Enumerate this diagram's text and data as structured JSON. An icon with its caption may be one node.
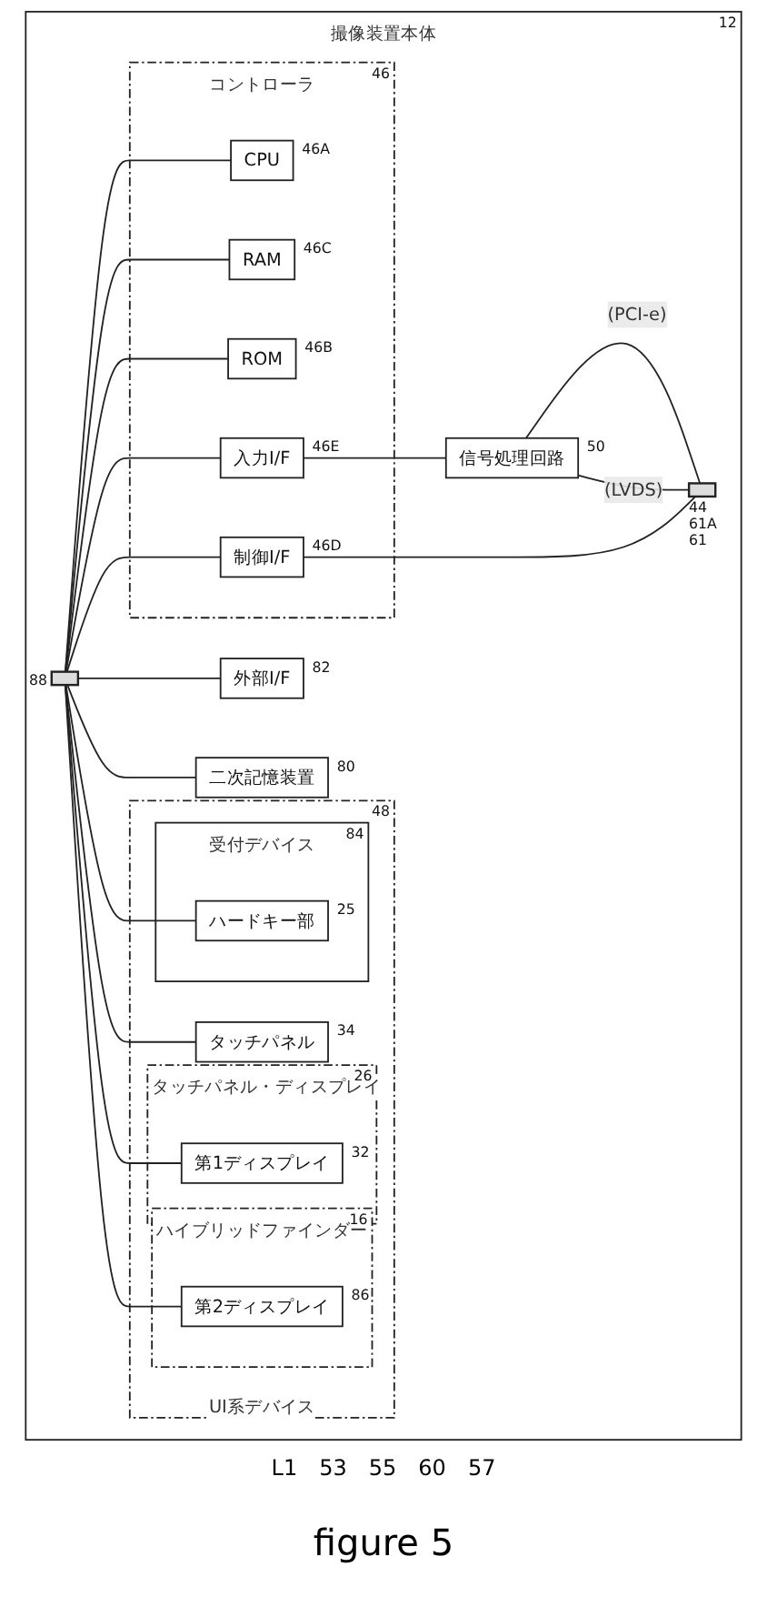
{
  "diagram": {
    "caption": "figure 5",
    "nodes": [
      {
        "text": [
          "撮像装置本体"
        ],
        "beside": [
          "12"
        ]
      },
      {
        "text": [
          "UI系デバイス"
        ],
        "in": 0,
        "beside": [
          "48"
        ]
      },
      {
        "text": [
          "ハイブリッドファインダー"
        ],
        "in": 1,
        "beside": [
          "16"
        ]
      },
      {
        "text": [
          "第2ディスプレイ"
        ],
        "in": 2,
        "beside": [
          "86"
        ]
      },
      {
        "text": [
          "タッチパネル・ディスプレイ"
        ],
        "in": 1,
        "beside": [
          "26"
        ]
      },
      {
        "text": [
          "第1ディスプレイ"
        ],
        "in": 4,
        "beside": [
          "32"
        ]
      },
      {
        "text": [
          "受付デバイス"
        ],
        "in": 1,
        "beside": [
          "84"
        ]
      },
      {
        "text": [
          "ハードキー部"
        ],
        "in": 6,
        "beside": [
          "25"
        ]
      },
      {
        "text": [
          "タッチパネル"
        ],
        "in": 1,
        "beside": [
          "34"
        ]
      },
      {
        "text": [
          "コントローラ"
        ],
        "in": 0,
        "beside": [
          "46"
        ]
      },
      {
        "text": [
          "CPU"
        ],
        "in": 9,
        "beside": [
          "46A"
        ]
      },
      {
        "text": [
          "ROM"
        ],
        "in": 9,
        "beside": [
          "46B"
        ]
      },
      {
        "text": [
          "RAM"
        ],
        "in": 9,
        "beside": [
          "46C"
        ]
      },
      {
        "text": [
          "制御I/F"
        ],
        "in": 9,
        "beside": [
          "46D"
        ]
      },
      {
        "text": [
          "入力I/F"
        ],
        "in": 9,
        "beside": [
          "46E"
        ]
      },
      {
        "text": [
          "外部I/F"
        ],
        "in": 0,
        "beside": [
          "82"
        ]
      },
      {
        "text": [
          "二次記憶装置"
        ],
        "in": 0,
        "beside": [
          "80"
        ]
      },
      {
        "text": [],
        "shape": "bar",
        "in": 0,
        "beside": [
          "88"
        ]
      },
      {
        "text": [
          "信号処理回路"
        ],
        "in": 0,
        "beside": [
          "50"
        ]
      },
      {
        "text": [],
        "shape": "bar",
        "in": 0,
        "beside": [
          "44",
          "61A",
          "61"
        ]
      }
    ],
    "edges": [
      {
        "from": 17,
        "to": 15,
        "arrow": "none"
      },
      {
        "from": 17,
        "to": 16,
        "arrow": "none"
      },
      {
        "from": 17,
        "to": 7,
        "arrow": "none"
      },
      {
        "from": 17,
        "to": 8,
        "arrow": "none"
      },
      {
        "from": 17,
        "to": 12,
        "arrow": "none"
      },
      {
        "from": 17,
        "to": 11,
        "arrow": "none"
      },
      {
        "from": 17,
        "to": 5,
        "arrow": "none"
      },
      {
        "from": 17,
        "to": 10,
        "arrow": "none"
      },
      {
        "from": 17,
        "to": 3,
        "arrow": "none"
      },
      {
        "from": 17,
        "to": 13,
        "arrow": "none"
      },
      {
        "from": 17,
        "to": 14,
        "arrow": "none"
      },
      {
        "from": 14,
        "to": 18,
        "arrow": "none"
      },
      {
        "from": 18,
        "to": 19,
        "label": "(PCI-e)",
        "arrow": "none"
      },
      {
        "from": 18,
        "to": 19,
        "label": "(LVDS)",
        "arrow": "none"
      },
      {
        "from": 13,
        "to": 19,
        "arrow": "none"
      }
    ],
    "labels": [
      "L1",
      "53",
      "55",
      "60",
      "57"
    ]
  }
}
